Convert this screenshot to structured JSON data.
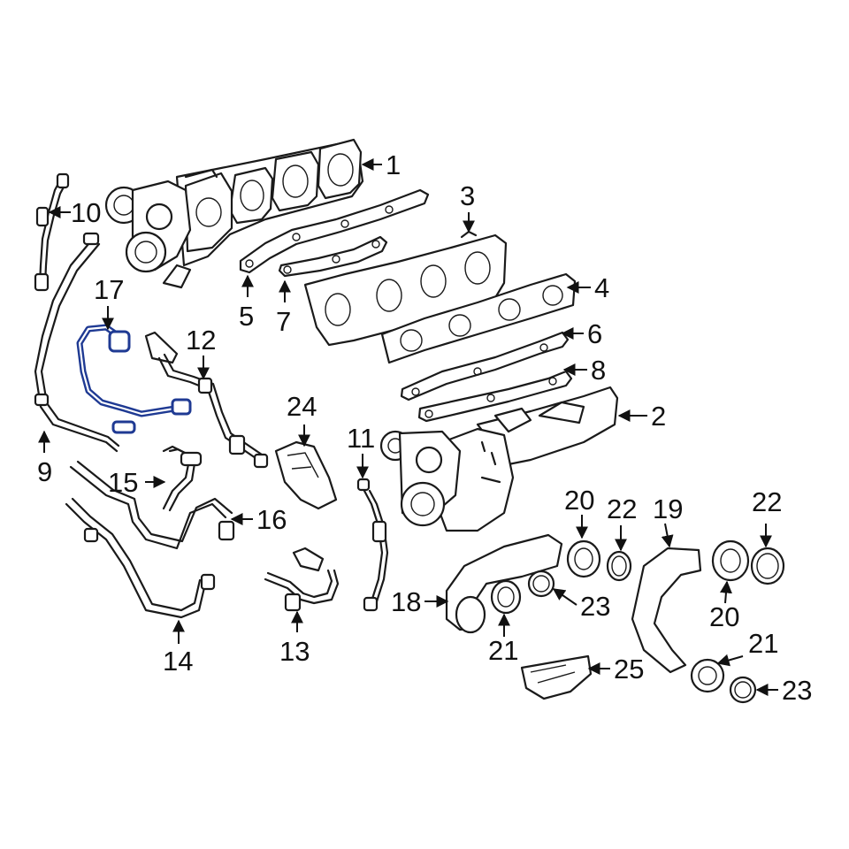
{
  "callouts": {
    "c1": "1",
    "c2": "2",
    "c3": "3",
    "c4": "4",
    "c5": "5",
    "c6": "6",
    "c7": "7",
    "c8": "8",
    "c9": "9",
    "c10": "10",
    "c11": "11",
    "c12": "12",
    "c13": "13",
    "c14": "14",
    "c15": "15",
    "c16": "16",
    "c17": "17",
    "c18": "18",
    "c19": "19",
    "c20a": "20",
    "c20b": "20",
    "c21a": "21",
    "c21b": "21",
    "c22a": "22",
    "c22b": "22",
    "c23a": "23",
    "c23b": "23",
    "c24": "24",
    "c25": "25"
  },
  "highlighted_part": "17",
  "colors": {
    "highlight": "#1f3a93",
    "line": "#1a1a1a"
  }
}
